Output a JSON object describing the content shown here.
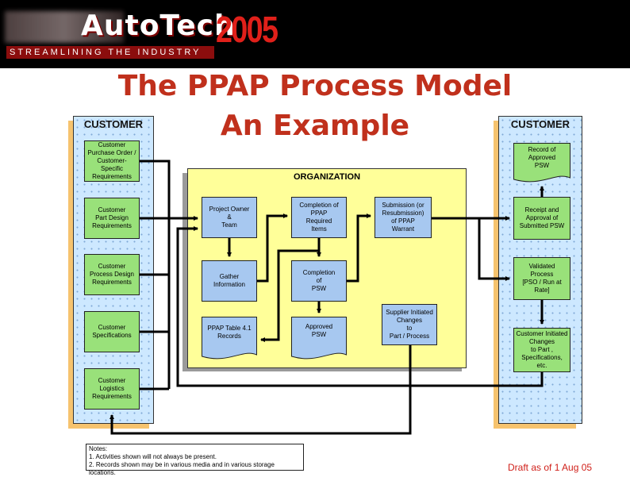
{
  "header": {
    "brand": "AutoTech",
    "year": "2005",
    "tagline": "STREAMLINING THE INDUSTRY"
  },
  "title": {
    "line1": "The PPAP Process Model",
    "line2": "An Example"
  },
  "customer_left": {
    "title": "CUSTOMER",
    "boxes": [
      "Customer\nPurchase Order /\nCustomer-Specific\nRequirements",
      "Customer\nPart Design\nRequirements",
      "Customer\nProcess Design\nRequirements",
      "Customer\nSpecifications",
      "Customer\nLogistics\nRequirements"
    ]
  },
  "organization": {
    "title": "ORGANIZATION",
    "project_owner": "Project Owner\n&\nTeam",
    "gather_information": "Gather\nInformation",
    "completion_required": "Completion of\nPPAP\nRequired\nItems",
    "completion_psw": "Completion\nof\nPSW",
    "submission": "Submission (or\nResubmission)\nof PPAP\nWarrant",
    "supplier_changes": "Supplier Initiated\nChanges\nto\nPart / Process",
    "ppap_table": "PPAP Table 4.1\nRecords",
    "approved_psw": "Approved\nPSW"
  },
  "customer_right": {
    "title": "CUSTOMER",
    "record_approved": "Record of\nApproved\nPSW",
    "receipt_approval": "Receipt and\nApproval of\nSubmitted PSW",
    "validated_process": "Validated\nProcess\n[PSO / Run at\nRate]",
    "customer_changes": "Customer Initiated\nChanges\nto Part ,\nSpecifications, etc."
  },
  "notes": {
    "heading": "Notes:",
    "item1": "1.  Activities shown will not always be present.",
    "item2": "2.  Records shown may be in various media and in various storage locations."
  },
  "draft": "Draft as of 1 Aug 05",
  "colors": {
    "title_red": "#c0301c",
    "green_box": "#99e17a",
    "blue_box": "#a7c8f0",
    "org_yellow": "#ffff99",
    "panel_blue": "#cde8ff",
    "shadow_orange": "#f6c36e"
  }
}
